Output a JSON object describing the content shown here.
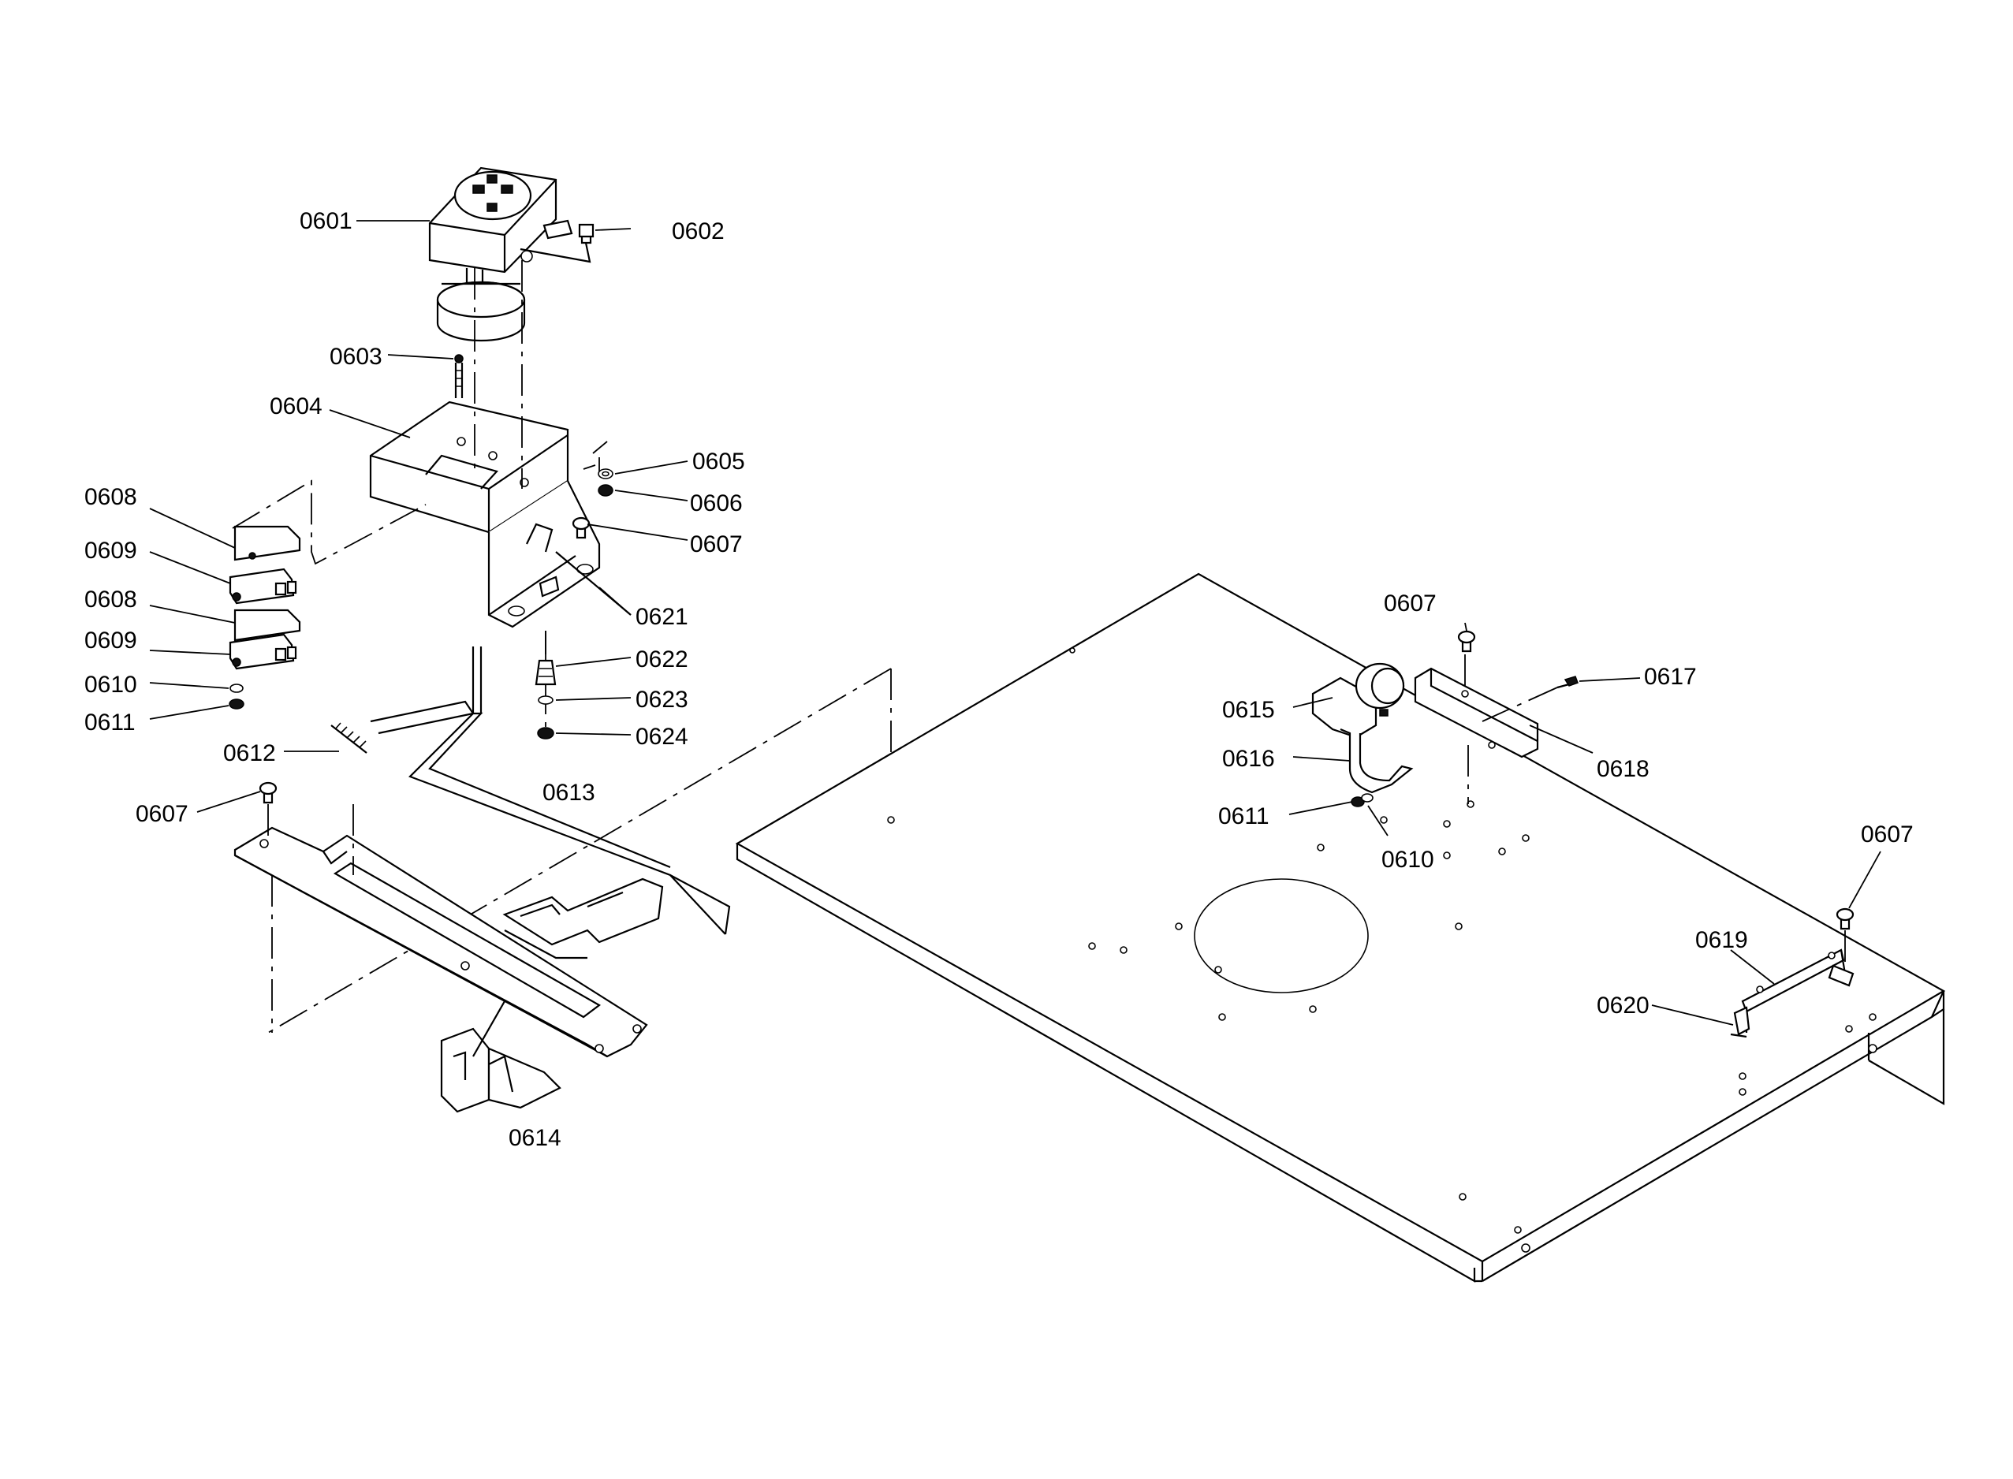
{
  "diagram": {
    "labels": [
      {
        "id": "l0601",
        "text": "0601"
      },
      {
        "id": "l0602",
        "text": "0602"
      },
      {
        "id": "l0603",
        "text": "0603"
      },
      {
        "id": "l0604",
        "text": "0604"
      },
      {
        "id": "l0605",
        "text": "0605"
      },
      {
        "id": "l0606",
        "text": "0606"
      },
      {
        "id": "l0607a",
        "text": "0607"
      },
      {
        "id": "l0608a",
        "text": "0608"
      },
      {
        "id": "l0609a",
        "text": "0609"
      },
      {
        "id": "l0608b",
        "text": "0608"
      },
      {
        "id": "l0609b",
        "text": "0609"
      },
      {
        "id": "l0610a",
        "text": "0610"
      },
      {
        "id": "l0611a",
        "text": "0611"
      },
      {
        "id": "l0621",
        "text": "0621"
      },
      {
        "id": "l0622",
        "text": "0622"
      },
      {
        "id": "l0623",
        "text": "0623"
      },
      {
        "id": "l0624",
        "text": "0624"
      },
      {
        "id": "l0612",
        "text": "0612"
      },
      {
        "id": "l0613",
        "text": "0613"
      },
      {
        "id": "l0607b",
        "text": "0607"
      },
      {
        "id": "l0614",
        "text": "0614"
      },
      {
        "id": "l0607c",
        "text": "0607"
      },
      {
        "id": "l0615",
        "text": "0615"
      },
      {
        "id": "l0617",
        "text": "0617"
      },
      {
        "id": "l0616",
        "text": "0616"
      },
      {
        "id": "l0618",
        "text": "0618"
      },
      {
        "id": "l0611b",
        "text": "0611"
      },
      {
        "id": "l0610b",
        "text": "0610"
      },
      {
        "id": "l0607d",
        "text": "0607"
      },
      {
        "id": "l0619",
        "text": "0619"
      },
      {
        "id": "l0620",
        "text": "0620"
      }
    ]
  }
}
